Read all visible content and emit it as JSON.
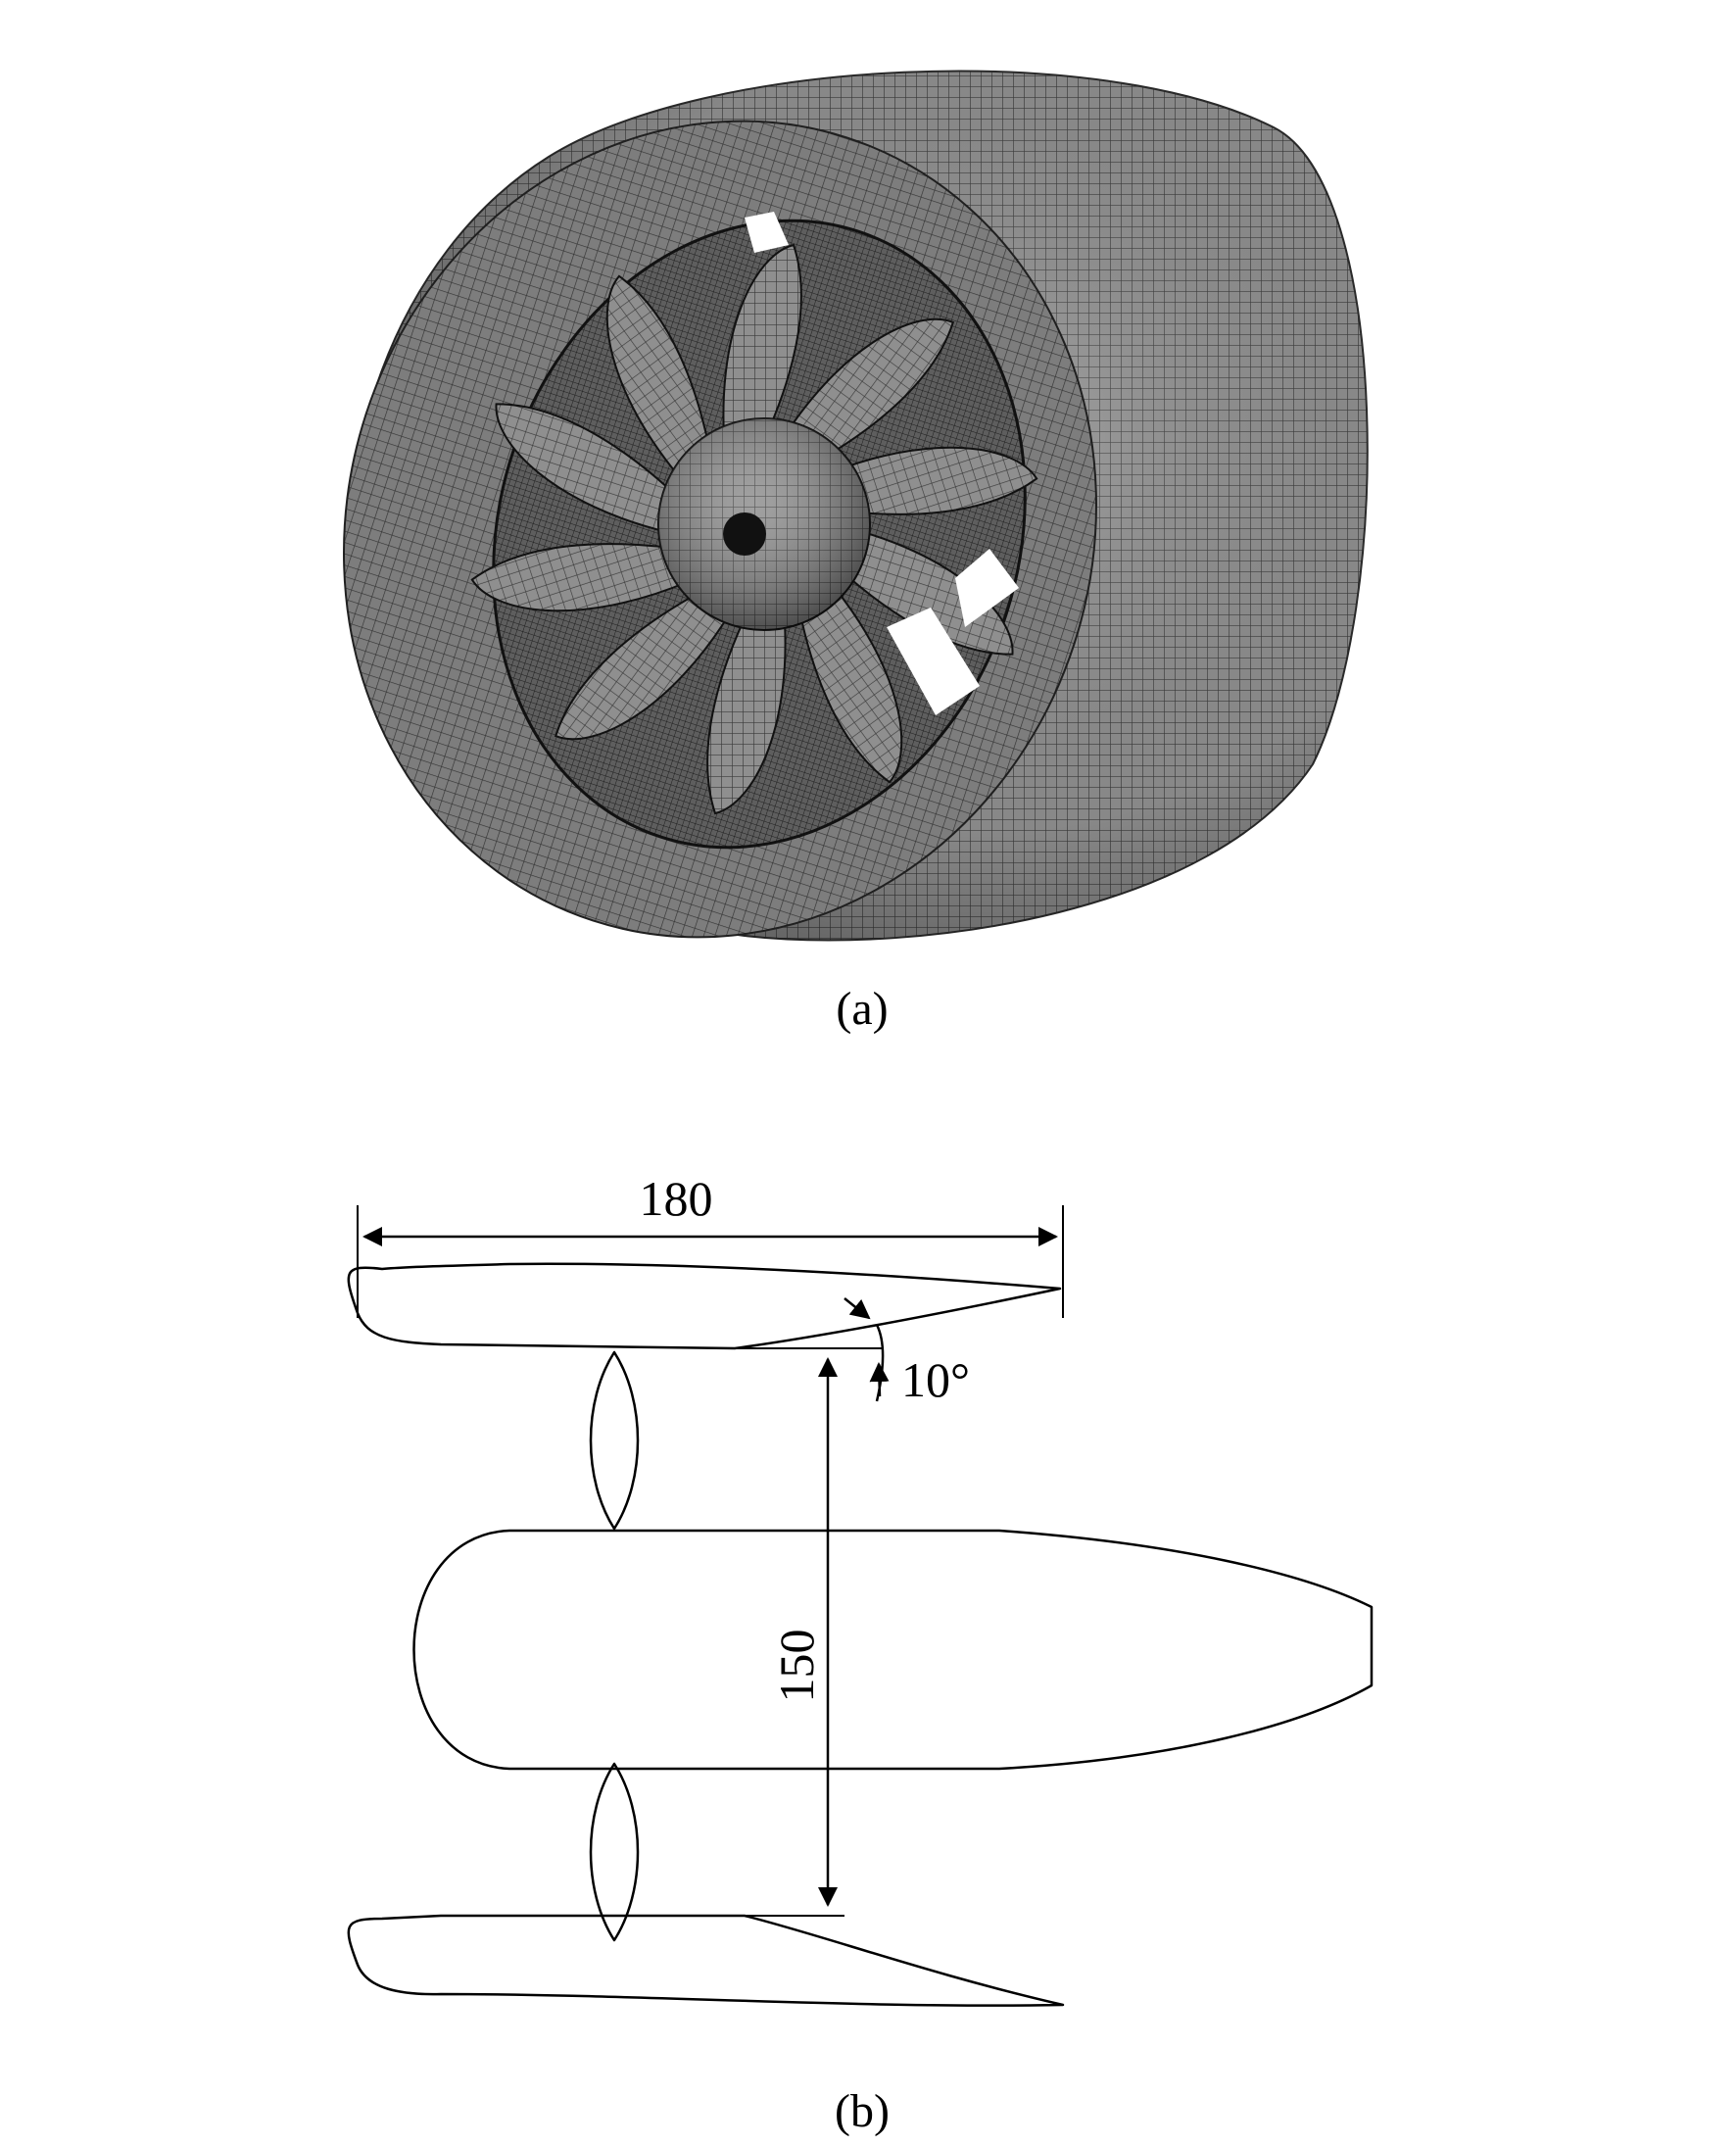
{
  "panel_a": {
    "caption": "(a)"
  },
  "panel_b": {
    "caption": "(b)",
    "dims": {
      "length": "180",
      "diameter": "150",
      "angle": "10°"
    }
  },
  "colors": {
    "mesh_dark": "#1c1c1c",
    "mesh_mid": "#6b6b6b",
    "mesh_light": "#a8a8a8",
    "line": "#000000",
    "background": "#ffffff"
  }
}
